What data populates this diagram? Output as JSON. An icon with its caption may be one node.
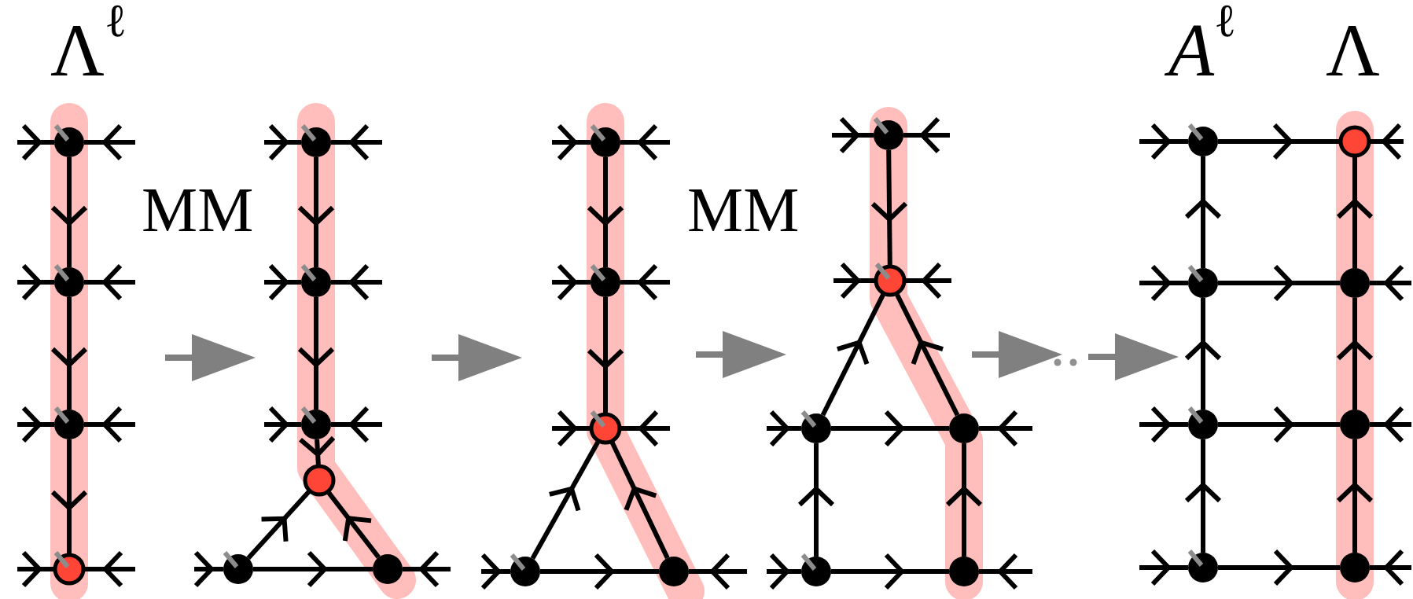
{
  "diagram": {
    "nodes": [
      {
        "text": [],
        "shape": "circle"
      },
      {
        "text": [],
        "shape": "circle"
      },
      {
        "text": [],
        "shape": "circle"
      },
      {
        "text": [],
        "shape": "circle"
      },
      {
        "text": [],
        "shape": "circle"
      },
      {
        "text": [],
        "shape": "circle"
      },
      {
        "text": [],
        "shape": "circle"
      },
      {
        "text": [],
        "shape": "circle"
      },
      {
        "text": [],
        "shape": "circle"
      },
      {
        "text": [],
        "shape": "circle"
      },
      {
        "text": [],
        "shape": "circle"
      },
      {
        "text": [],
        "shape": "circle"
      },
      {
        "text": [],
        "shape": "circle"
      },
      {
        "text": [],
        "shape": "circle"
      },
      {
        "text": [],
        "shape": "circle"
      },
      {
        "text": [],
        "shape": "circle"
      },
      {
        "text": [],
        "shape": "circle"
      },
      {
        "text": [],
        "shape": "circle"
      },
      {
        "text": [],
        "shape": "circle"
      },
      {
        "text": [],
        "shape": "circle"
      },
      {
        "text": [],
        "shape": "circle"
      },
      {
        "text": [],
        "shape": "circle"
      },
      {
        "text": [],
        "shape": "circle"
      },
      {
        "text": [],
        "shape": "circle"
      },
      {
        "text": [],
        "shape": "circle"
      },
      {
        "text": [],
        "shape": "circle"
      },
      {
        "text": [],
        "shape": "circle"
      },
      {
        "text": [],
        "shape": "circle"
      },
      {
        "text": [],
        "shape": "circle"
      }
    ],
    "edges": [
      {
        "from": 0,
        "to": 1,
        "arrow": "to"
      },
      {
        "from": 1,
        "to": 2,
        "arrow": "to"
      },
      {
        "from": 2,
        "to": 3,
        "arrow": "to"
      },
      {
        "from": 4,
        "to": 5,
        "arrow": "to"
      },
      {
        "from": 5,
        "to": 6,
        "arrow": "to"
      },
      {
        "from": 6,
        "to": 7,
        "arrow": "to"
      },
      {
        "from": 8,
        "to": 7,
        "arrow": "to"
      },
      {
        "from": 9,
        "to": 7,
        "arrow": "to"
      },
      {
        "from": 8,
        "to": 9,
        "arrow": "to"
      },
      {
        "from": 10,
        "to": 11,
        "arrow": "to"
      },
      {
        "from": 11,
        "to": 12,
        "arrow": "to"
      },
      {
        "from": 13,
        "to": 12,
        "arrow": "to"
      },
      {
        "from": 14,
        "to": 12,
        "arrow": "to"
      },
      {
        "from": 13,
        "to": 14,
        "arrow": "to"
      },
      {
        "from": 15,
        "to": 16,
        "arrow": "to"
      },
      {
        "from": 17,
        "to": 16,
        "arrow": "to"
      },
      {
        "from": 18,
        "to": 16,
        "arrow": "to"
      },
      {
        "from": 17,
        "to": 18,
        "arrow": "to"
      },
      {
        "from": 19,
        "to": 17,
        "arrow": "to"
      },
      {
        "from": 19,
        "to": 20,
        "arrow": "to"
      },
      {
        "from": 20,
        "to": 18,
        "arrow": "to"
      },
      {
        "from": 27,
        "to": 25,
        "arrow": "to"
      },
      {
        "from": 25,
        "to": 23,
        "arrow": "to"
      },
      {
        "from": 23,
        "to": 21,
        "arrow": "to"
      },
      {
        "from": 28,
        "to": 26,
        "arrow": "to"
      },
      {
        "from": 26,
        "to": 24,
        "arrow": "to"
      },
      {
        "from": 24,
        "to": 22,
        "arrow": "to"
      },
      {
        "from": 21,
        "to": 22,
        "arrow": "to"
      },
      {
        "from": 23,
        "to": 24,
        "arrow": "to"
      },
      {
        "from": 25,
        "to": 26,
        "arrow": "to"
      },
      {
        "from": 27,
        "to": 28,
        "arrow": "to"
      },
      {
        "from": null,
        "to": 0,
        "arrow": "to"
      },
      {
        "from": null,
        "to": 0,
        "arrow": "to"
      },
      {
        "from": null,
        "to": 1,
        "arrow": "to"
      },
      {
        "from": null,
        "to": 1,
        "arrow": "to"
      },
      {
        "from": null,
        "to": 2,
        "arrow": "to"
      },
      {
        "from": null,
        "to": 2,
        "arrow": "to"
      },
      {
        "from": null,
        "to": 3,
        "arrow": "to"
      },
      {
        "from": null,
        "to": 3,
        "arrow": "to"
      },
      {
        "from": null,
        "to": 4,
        "arrow": "to"
      },
      {
        "from": null,
        "to": 4,
        "arrow": "to"
      },
      {
        "from": null,
        "to": 5,
        "arrow": "to"
      },
      {
        "from": null,
        "to": 5,
        "arrow": "to"
      },
      {
        "from": null,
        "to": 6,
        "arrow": "to"
      },
      {
        "from": null,
        "to": 6,
        "arrow": "to"
      },
      {
        "from": null,
        "to": 8,
        "arrow": "to"
      },
      {
        "from": null,
        "to": 9,
        "arrow": "to"
      },
      {
        "from": null,
        "to": 10,
        "arrow": "to"
      },
      {
        "from": null,
        "to": 10,
        "arrow": "to"
      },
      {
        "from": null,
        "to": 11,
        "arrow": "to"
      },
      {
        "from": null,
        "to": 11,
        "arrow": "to"
      },
      {
        "from": null,
        "to": 12,
        "arrow": "to"
      },
      {
        "from": null,
        "to": 12,
        "arrow": "to"
      },
      {
        "from": null,
        "to": 13,
        "arrow": "to"
      },
      {
        "from": null,
        "to": 14,
        "arrow": "to"
      },
      {
        "from": null,
        "to": 15,
        "arrow": "to"
      },
      {
        "from": null,
        "to": 15,
        "arrow": "to"
      },
      {
        "from": null,
        "to": 16,
        "arrow": "to"
      },
      {
        "from": null,
        "to": 16,
        "arrow": "to"
      },
      {
        "from": null,
        "to": 17,
        "arrow": "to"
      },
      {
        "from": null,
        "to": 18,
        "arrow": "to"
      },
      {
        "from": null,
        "to": 19,
        "arrow": "to"
      },
      {
        "from": null,
        "to": 20,
        "arrow": "to"
      },
      {
        "from": null,
        "to": 21,
        "arrow": "to"
      },
      {
        "from": null,
        "to": 22,
        "arrow": "to"
      },
      {
        "from": null,
        "to": 23,
        "arrow": "to"
      },
      {
        "from": null,
        "to": 24,
        "arrow": "to"
      },
      {
        "from": null,
        "to": 25,
        "arrow": "to"
      },
      {
        "from": null,
        "to": 26,
        "arrow": "to"
      },
      {
        "from": null,
        "to": 27,
        "arrow": "to"
      },
      {
        "from": null,
        "to": 28,
        "arrow": "to"
      }
    ],
    "labels": [
      "Λ$^{ℓ}$",
      "MM",
      "MM",
      "*A*$^{ℓ}$",
      "Λ"
    ]
  }
}
